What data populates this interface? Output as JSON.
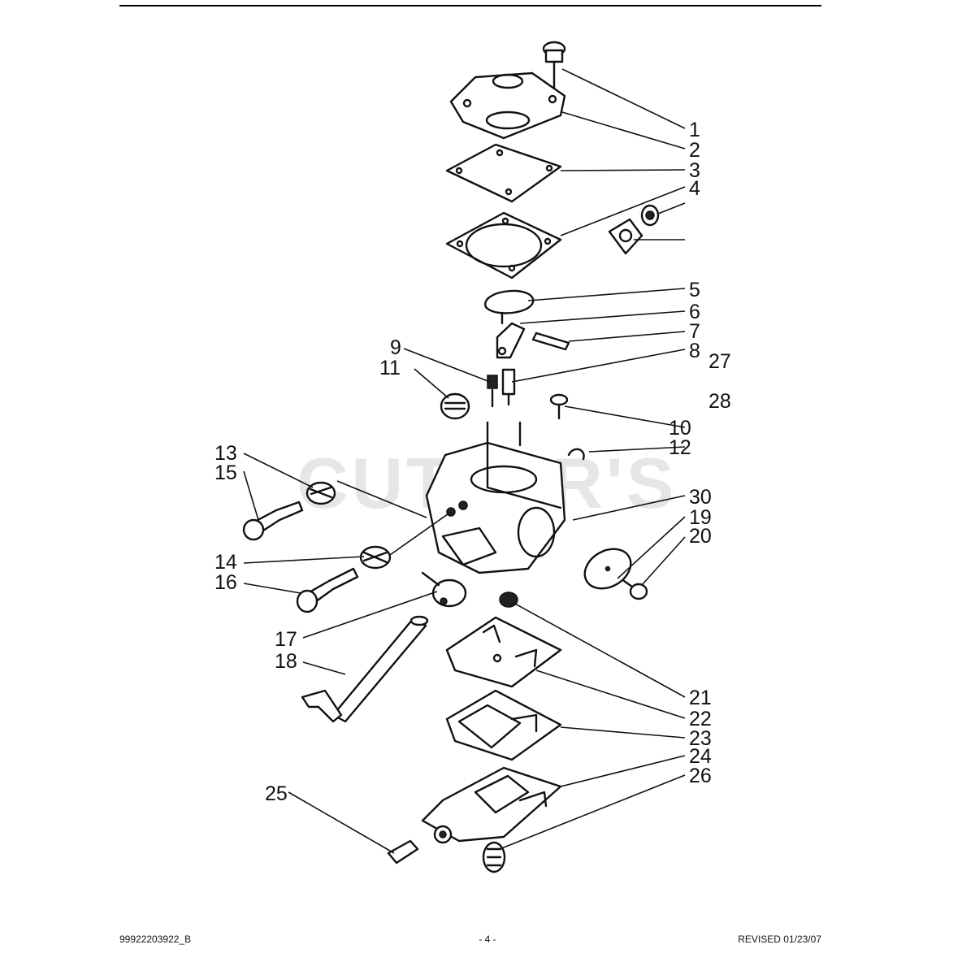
{
  "watermark": "CUTTER'S",
  "callouts": [
    "1",
    "2",
    "3",
    "4",
    "5",
    "6",
    "7",
    "8",
    "9",
    "10",
    "11",
    "12",
    "13",
    "14",
    "15",
    "16",
    "17",
    "18",
    "19",
    "20",
    "21",
    "22",
    "23",
    "24",
    "25",
    "26",
    "27",
    "28",
    "30"
  ],
  "footer": {
    "left": "99922203922_B",
    "center": "- 4 -",
    "right": "REVISED 01/23/07"
  }
}
